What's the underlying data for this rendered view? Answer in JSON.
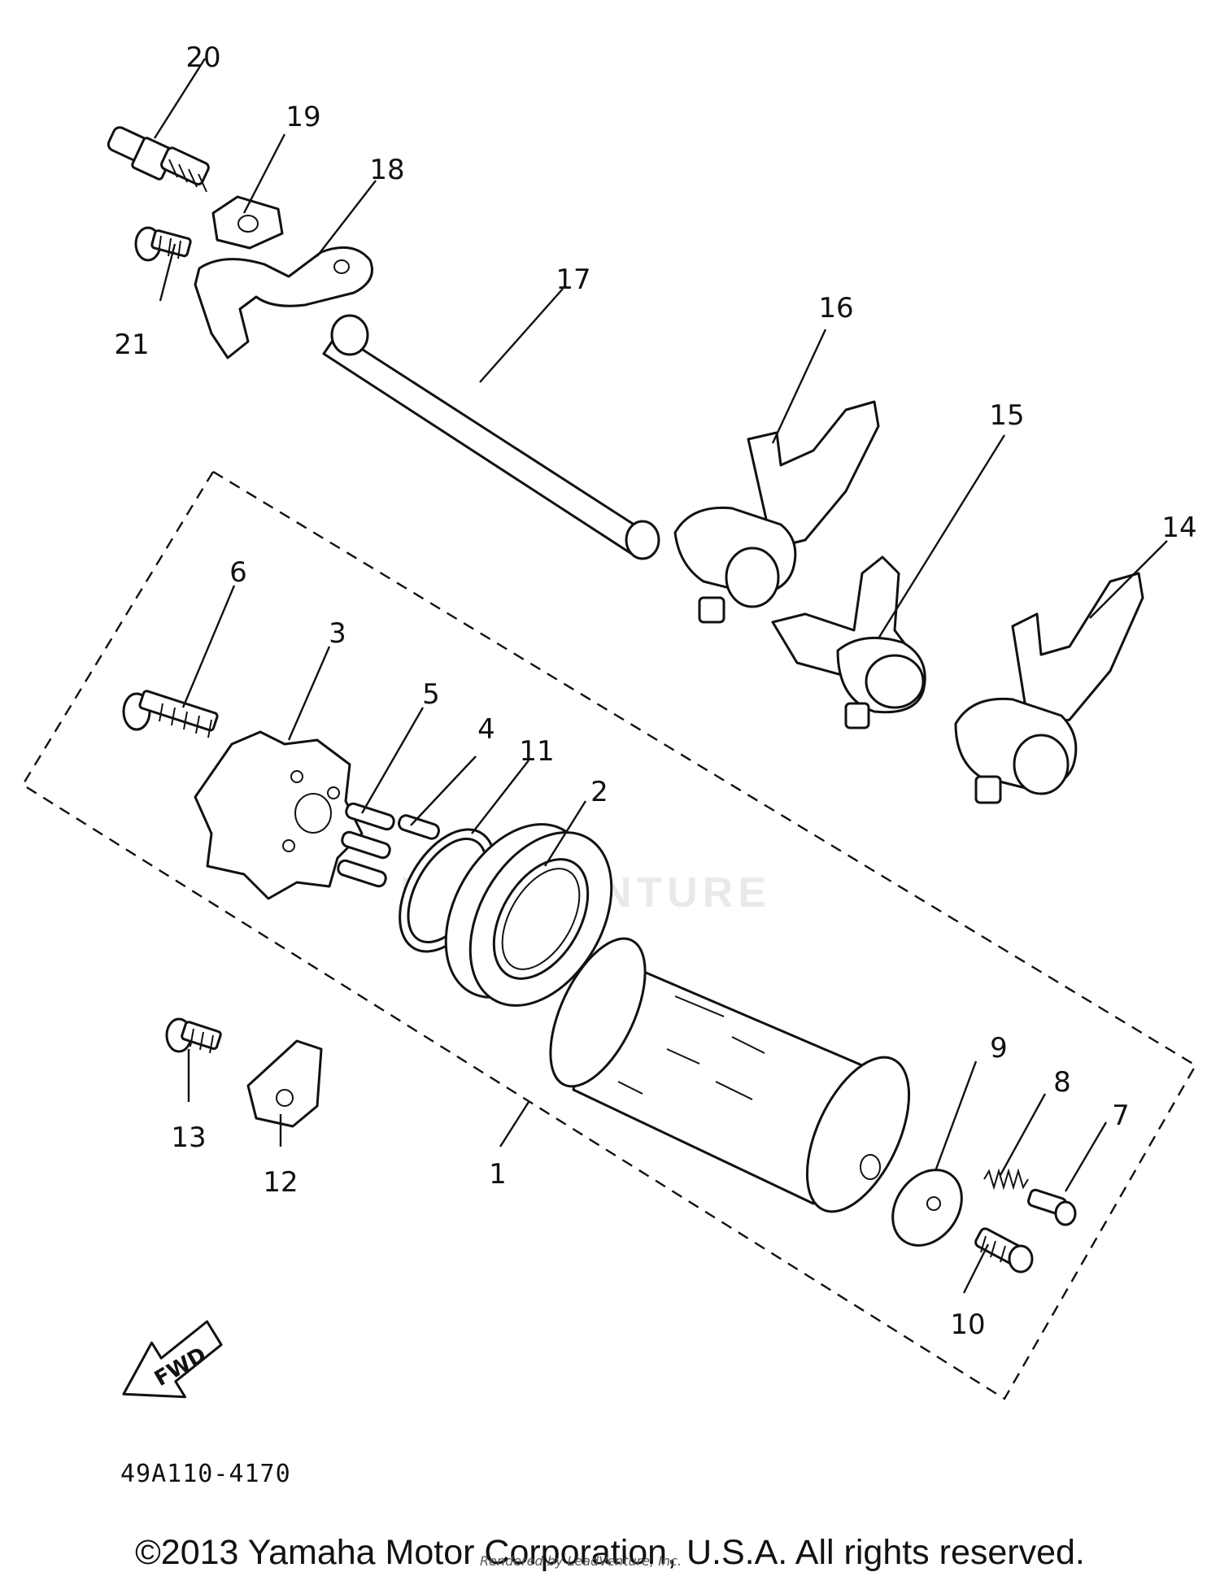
{
  "diagram": {
    "callouts": [
      "1",
      "2",
      "3",
      "4",
      "5",
      "6",
      "7",
      "8",
      "9",
      "10",
      "11",
      "12",
      "13",
      "14",
      "15",
      "16",
      "17",
      "18",
      "19",
      "20",
      "21"
    ],
    "direction_arrow_label": "FWD",
    "code": "49A110-4170"
  },
  "watermark": {
    "text": "LEADVENTURE"
  },
  "footer": {
    "copyright": "©2013 Yamaha Motor Corporation, U.S.A. All rights reserved.",
    "render_credit": "Rendered by LeadVenture, Inc."
  }
}
